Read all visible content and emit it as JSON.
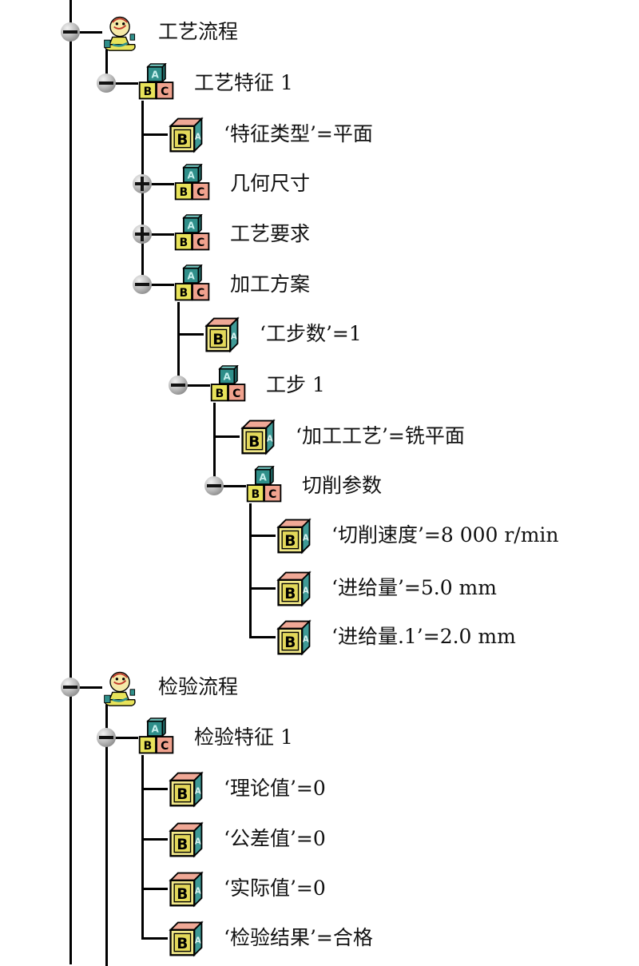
{
  "tree": [
    {
      "id": "n0",
      "depth": 0,
      "icon": "process-icon",
      "label": "工艺流程",
      "toggle": "minus"
    },
    {
      "id": "n1",
      "depth": 1,
      "icon": "feature-set-icon",
      "label": "工艺特征 1",
      "toggle": "minus"
    },
    {
      "id": "n2",
      "depth": 2,
      "icon": "parameter-icon",
      "label": "‘特征类型’=平面",
      "toggle": "none"
    },
    {
      "id": "n3",
      "depth": 2,
      "icon": "feature-set-icon",
      "label": "几何尺寸",
      "toggle": "plus"
    },
    {
      "id": "n4",
      "depth": 2,
      "icon": "feature-set-icon",
      "label": "工艺要求",
      "toggle": "plus"
    },
    {
      "id": "n5",
      "depth": 2,
      "icon": "feature-set-icon",
      "label": "加工方案",
      "toggle": "minus"
    },
    {
      "id": "n6",
      "depth": 3,
      "icon": "parameter-icon",
      "label": "‘工步数’=1",
      "toggle": "none"
    },
    {
      "id": "n7",
      "depth": 3,
      "icon": "feature-set-icon",
      "label": "工步 1",
      "toggle": "minus"
    },
    {
      "id": "n8",
      "depth": 4,
      "icon": "parameter-icon",
      "label": "‘加工工艺’=铣平面",
      "toggle": "none"
    },
    {
      "id": "n9",
      "depth": 4,
      "icon": "feature-set-icon",
      "label": "切削参数",
      "toggle": "minus"
    },
    {
      "id": "n10",
      "depth": 5,
      "icon": "parameter-icon",
      "label": "‘切削速度’=8 000 r/min",
      "toggle": "none"
    },
    {
      "id": "n11",
      "depth": 5,
      "icon": "parameter-icon",
      "label": "‘进给量’=5.0 mm",
      "toggle": "none"
    },
    {
      "id": "n12",
      "depth": 5,
      "icon": "parameter-icon",
      "label": "‘进给量.1’=2.0 mm",
      "toggle": "none"
    },
    {
      "id": "n13",
      "depth": 0,
      "icon": "process-icon",
      "label": "检验流程",
      "toggle": "minus"
    },
    {
      "id": "n14",
      "depth": 1,
      "icon": "feature-set-icon",
      "label": "检验特征 1",
      "toggle": "minus"
    },
    {
      "id": "n15",
      "depth": 2,
      "icon": "parameter-icon",
      "label": "‘理论值’=0",
      "toggle": "none"
    },
    {
      "id": "n16",
      "depth": 2,
      "icon": "parameter-icon",
      "label": "‘公差值’=0",
      "toggle": "none"
    },
    {
      "id": "n17",
      "depth": 2,
      "icon": "parameter-icon",
      "label": "‘实际值’=0",
      "toggle": "none"
    },
    {
      "id": "n18",
      "depth": 2,
      "icon": "parameter-icon",
      "label": "‘检验结果’=合格",
      "toggle": "none"
    }
  ],
  "colors": {
    "line": "#000000",
    "cube_teal": "#2f8f8a",
    "cube_yellow": "#e8e35a",
    "cube_pink": "#f0a28e",
    "param_front": "#f2e98a",
    "param_side": "#3f9a96",
    "param_top": "#f0a896"
  }
}
